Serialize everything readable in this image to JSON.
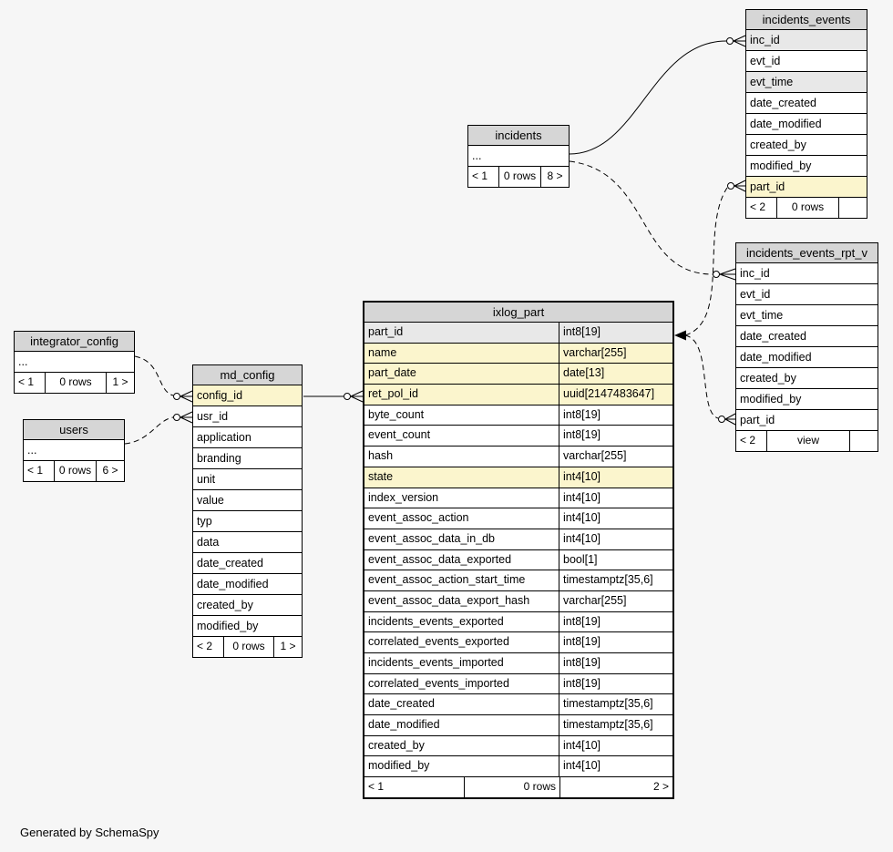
{
  "credit": "Generated by SchemaSpy",
  "colors": {
    "background": "#f6f6f6",
    "header_bg": "#d6d6d6",
    "primary_key_row_bg": "#e8e8e8",
    "indexed_row_bg": "#fbf5cd",
    "line_color": "#000000"
  },
  "tables": [
    {
      "id": "incidents_events",
      "title": "incidents_events",
      "has_types": false,
      "rows": [
        {
          "name": "inc_id",
          "bg": "gray"
        },
        {
          "name": "evt_id",
          "bg": ""
        },
        {
          "name": "evt_time",
          "bg": "gray"
        },
        {
          "name": "date_created",
          "bg": ""
        },
        {
          "name": "date_modified",
          "bg": ""
        },
        {
          "name": "created_by",
          "bg": ""
        },
        {
          "name": "modified_by",
          "bg": ""
        },
        {
          "name": "part_id",
          "bg": "yellow"
        }
      ],
      "footer": [
        "< 2",
        "0 rows",
        ""
      ]
    },
    {
      "id": "incidents",
      "title": "incidents",
      "has_types": false,
      "rows": [
        {
          "name": "...",
          "bg": ""
        }
      ],
      "footer": [
        "< 1",
        "0 rows",
        "8 >"
      ]
    },
    {
      "id": "incidents_events_rpt_v",
      "title": "incidents_events_rpt_v",
      "has_types": false,
      "rows": [
        {
          "name": "inc_id",
          "bg": ""
        },
        {
          "name": "evt_id",
          "bg": ""
        },
        {
          "name": "evt_time",
          "bg": ""
        },
        {
          "name": "date_created",
          "bg": ""
        },
        {
          "name": "date_modified",
          "bg": ""
        },
        {
          "name": "created_by",
          "bg": ""
        },
        {
          "name": "modified_by",
          "bg": ""
        },
        {
          "name": "part_id",
          "bg": ""
        }
      ],
      "footer": [
        "< 2",
        "view",
        ""
      ]
    },
    {
      "id": "ixlog_part",
      "title": "ixlog_part",
      "has_types": true,
      "rows": [
        {
          "name": "part_id",
          "type": "int8[19]",
          "bg": "gray"
        },
        {
          "name": "name",
          "type": "varchar[255]",
          "bg": "yellow"
        },
        {
          "name": "part_date",
          "type": "date[13]",
          "bg": "yellow"
        },
        {
          "name": "ret_pol_id",
          "type": "uuid[2147483647]",
          "bg": "yellow"
        },
        {
          "name": "byte_count",
          "type": "int8[19]",
          "bg": ""
        },
        {
          "name": "event_count",
          "type": "int8[19]",
          "bg": ""
        },
        {
          "name": "hash",
          "type": "varchar[255]",
          "bg": ""
        },
        {
          "name": "state",
          "type": "int4[10]",
          "bg": "yellow"
        },
        {
          "name": "index_version",
          "type": "int4[10]",
          "bg": ""
        },
        {
          "name": "event_assoc_action",
          "type": "int4[10]",
          "bg": ""
        },
        {
          "name": "event_assoc_data_in_db",
          "type": "int4[10]",
          "bg": ""
        },
        {
          "name": "event_assoc_data_exported",
          "type": "bool[1]",
          "bg": ""
        },
        {
          "name": "event_assoc_action_start_time",
          "type": "timestamptz[35,6]",
          "bg": ""
        },
        {
          "name": "event_assoc_data_export_hash",
          "type": "varchar[255]",
          "bg": ""
        },
        {
          "name": "incidents_events_exported",
          "type": "int8[19]",
          "bg": ""
        },
        {
          "name": "correlated_events_exported",
          "type": "int8[19]",
          "bg": ""
        },
        {
          "name": "incidents_events_imported",
          "type": "int8[19]",
          "bg": ""
        },
        {
          "name": "correlated_events_imported",
          "type": "int8[19]",
          "bg": ""
        },
        {
          "name": "date_created",
          "type": "timestamptz[35,6]",
          "bg": ""
        },
        {
          "name": "date_modified",
          "type": "timestamptz[35,6]",
          "bg": ""
        },
        {
          "name": "created_by",
          "type": "int4[10]",
          "bg": ""
        },
        {
          "name": "modified_by",
          "type": "int4[10]",
          "bg": ""
        }
      ],
      "footer": [
        "< 1",
        "0 rows",
        "2 >"
      ]
    },
    {
      "id": "integrator_config",
      "title": "integrator_config",
      "has_types": false,
      "rows": [
        {
          "name": "...",
          "bg": ""
        }
      ],
      "footer": [
        "< 1",
        "0 rows",
        "1 >"
      ]
    },
    {
      "id": "users",
      "title": "users",
      "has_types": false,
      "rows": [
        {
          "name": "...",
          "bg": ""
        }
      ],
      "footer": [
        "< 1",
        "0 rows",
        "6 >"
      ]
    },
    {
      "id": "md_config",
      "title": "md_config",
      "has_types": false,
      "rows": [
        {
          "name": "config_id",
          "bg": "yellow"
        },
        {
          "name": "usr_id",
          "bg": ""
        },
        {
          "name": "application",
          "bg": ""
        },
        {
          "name": "branding",
          "bg": ""
        },
        {
          "name": "unit",
          "bg": ""
        },
        {
          "name": "value",
          "bg": ""
        },
        {
          "name": "typ",
          "bg": ""
        },
        {
          "name": "data",
          "bg": ""
        },
        {
          "name": "date_created",
          "bg": ""
        },
        {
          "name": "date_modified",
          "bg": ""
        },
        {
          "name": "created_by",
          "bg": ""
        },
        {
          "name": "modified_by",
          "bg": ""
        }
      ],
      "footer": [
        "< 2",
        "0 rows",
        "1 >"
      ]
    }
  ]
}
